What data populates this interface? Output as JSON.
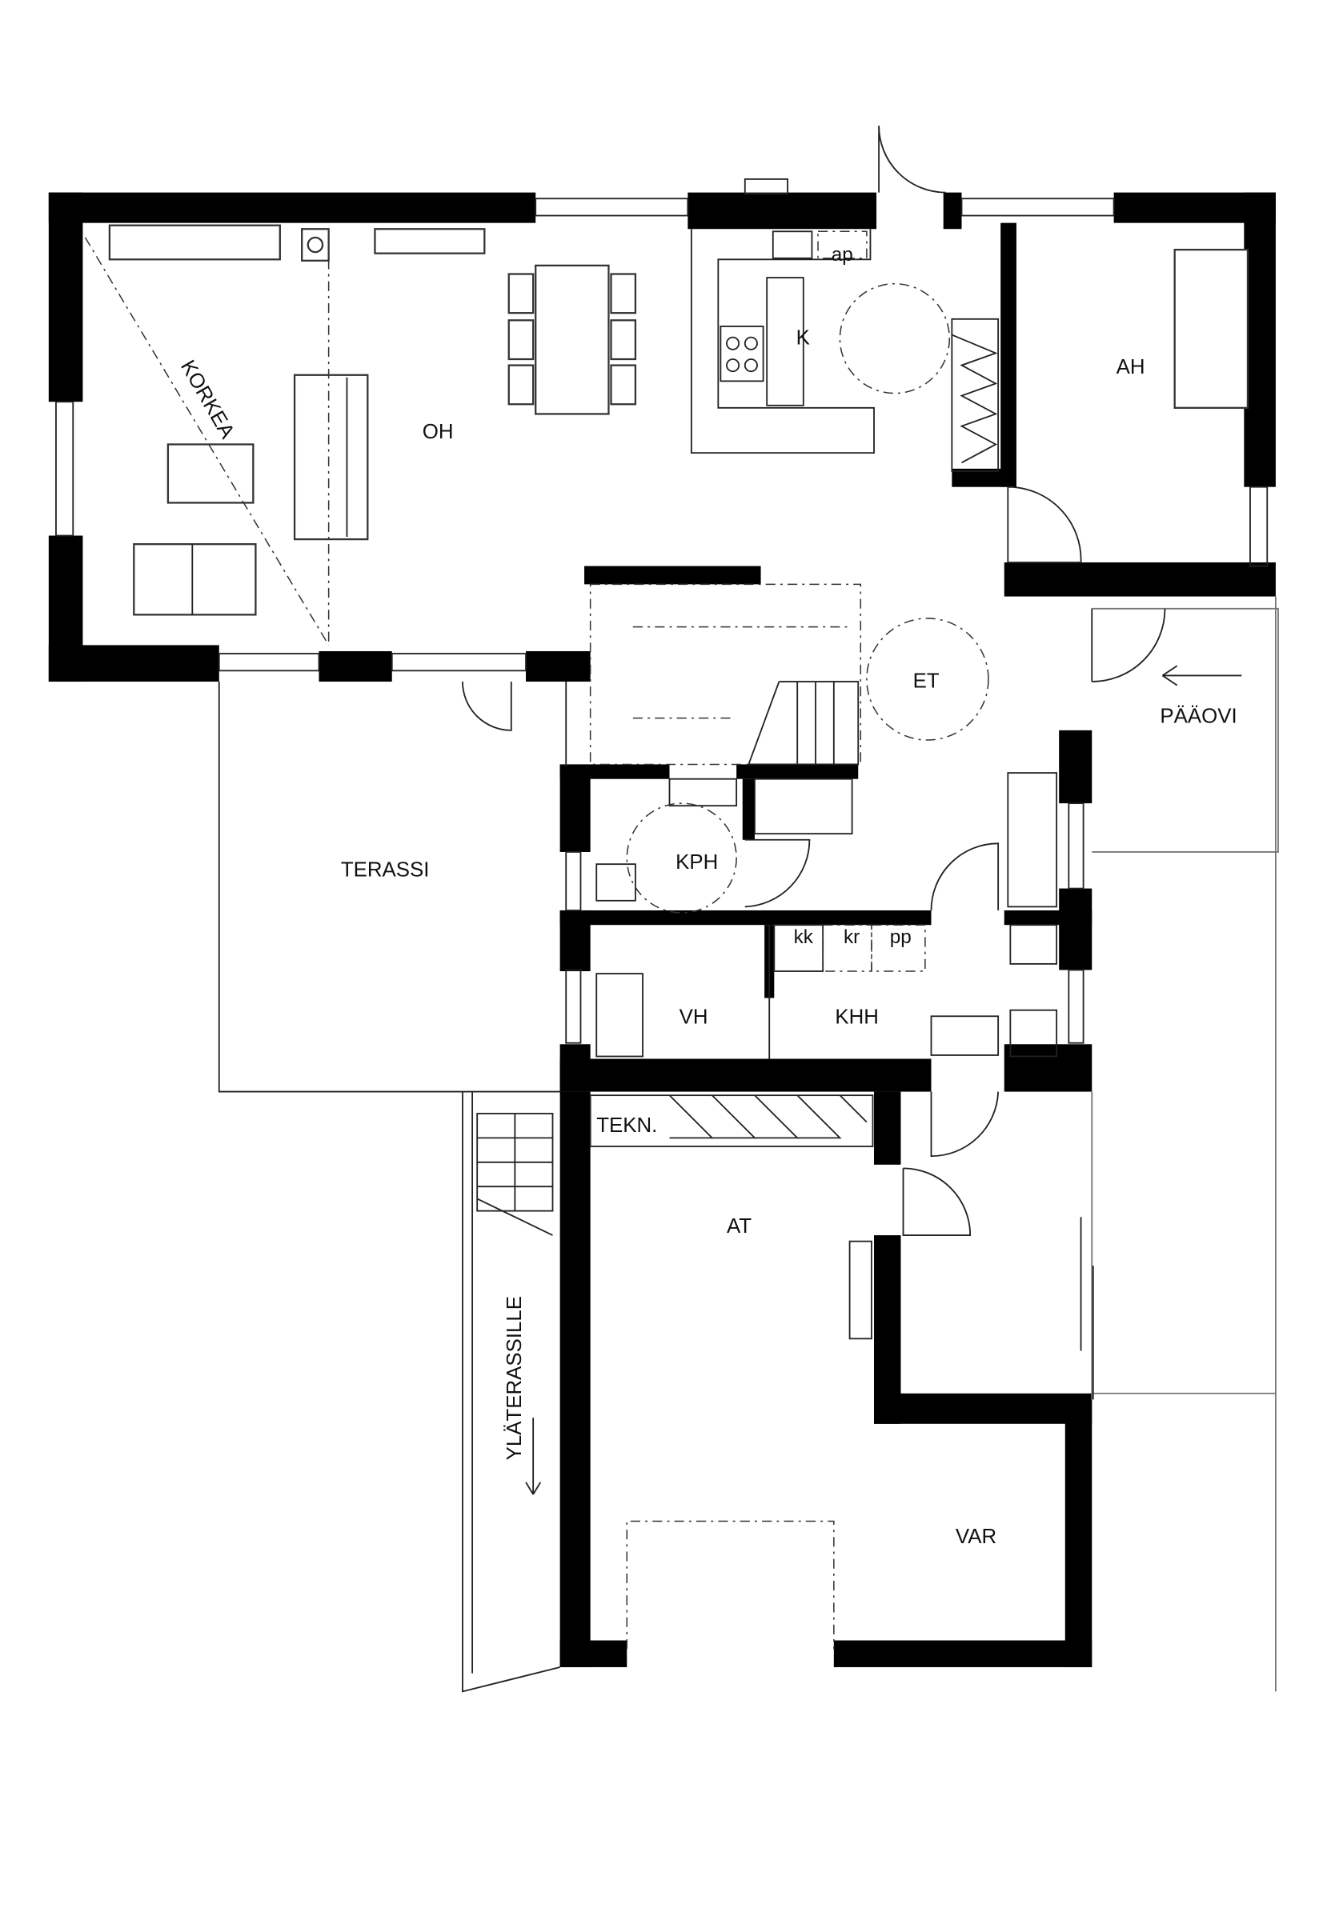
{
  "plan": {
    "rooms": {
      "oh": "OH",
      "k": "K",
      "ah": "AH",
      "et": "ET",
      "paaovi": "PÄÄOVI",
      "terassi": "TERASSI",
      "kph": "KPH",
      "vh": "VH",
      "khh": "KHH",
      "tekn": "TEKN.",
      "at": "AT",
      "var": "VAR",
      "ylaterassille": "YLÄTERASSILLE",
      "korkea": "KORKEA"
    },
    "fixtures": {
      "ap": "ap",
      "kk": "kk",
      "kr": "kr",
      "pp": "pp"
    }
  }
}
